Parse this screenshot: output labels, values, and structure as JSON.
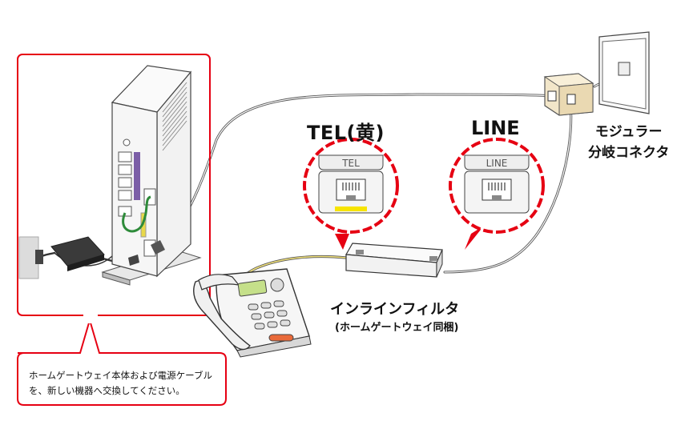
{
  "labels": {
    "tel_jack": "TEL(黄)",
    "line_jack": "LINE",
    "modular_connector": [
      "モジュラー",
      "分岐コネクタ"
    ],
    "inline_filter": "インラインフィルタ",
    "inline_filter_note": "(ホームゲートウェイ同梱)",
    "port_tel": "TEL",
    "port_line": "LINE"
  },
  "callout": {
    "text": "ホームゲートウェイ本体および電源ケーブルを、新しい機器へ交換してください。"
  },
  "colors": {
    "highlight_red": "#e60012",
    "cable_gray": "#808080",
    "cable_yellow": "#f2e27a",
    "port_yellow": "#f7e400",
    "accent_purple": "#7b5ea7",
    "lan_green": "#2e8b3a",
    "phone_display": "#c5e08a",
    "phone_button_orange": "#e96a3a"
  }
}
